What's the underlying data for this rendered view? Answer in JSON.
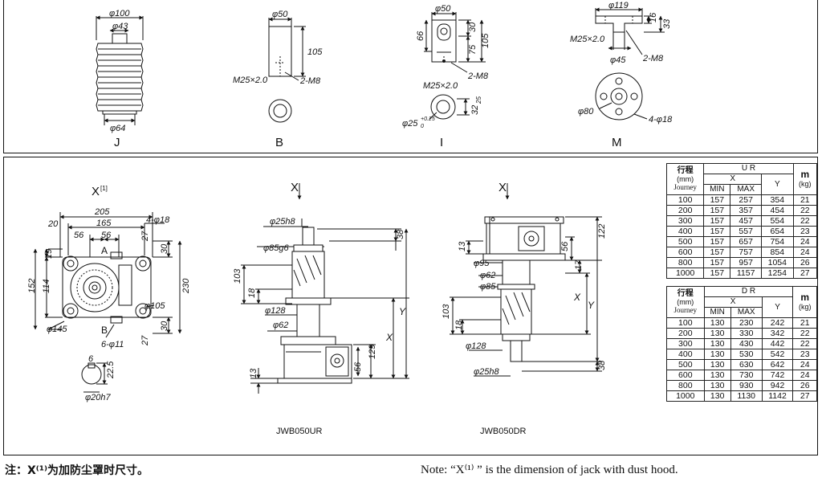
{
  "views": {
    "J": {
      "label": "J",
      "dims": [
        "φ100",
        "φ43",
        "φ64"
      ]
    },
    "B": {
      "label": "B",
      "dims": [
        "φ50",
        "105",
        "M25×2.0",
        "2-M8"
      ]
    },
    "I": {
      "label": "I",
      "dims": [
        "φ50",
        "66",
        "30",
        "75",
        "105",
        "2-M8",
        "M25×2.0",
        "32",
        "25",
        "φ25",
        "+0.25",
        "0"
      ]
    },
    "M": {
      "label": "M",
      "dims": [
        "φ119",
        "16",
        "33",
        "M25×2.0",
        "φ45",
        "2-M8",
        "φ80",
        "4-φ18"
      ]
    }
  },
  "top_view": {
    "title": "X",
    "title_sup": "[1]",
    "dims": [
      "205",
      "20",
      "165",
      "4-φ18",
      "56",
      "56",
      "27",
      "A",
      "19",
      "30",
      "152",
      "114",
      "230",
      "φ105",
      "φ145",
      "B",
      "27",
      "30",
      "6-φ11"
    ],
    "shaft_dims": [
      "6",
      "22.5",
      "φ20h7"
    ]
  },
  "ur_view": {
    "model": "JWB050UR",
    "arrow_label": "X",
    "dims": [
      "φ25h8",
      "38",
      "φ85g6",
      "103",
      "18",
      "φ128",
      "φ62",
      "Y",
      "X",
      "129",
      "56",
      "13"
    ]
  },
  "dr_view": {
    "model": "JWB050DR",
    "arrow_label": "X",
    "dims": [
      "122",
      "13",
      "56",
      "φ95",
      "17",
      "φ62",
      "φ85",
      "X",
      "Y",
      "103",
      "18",
      "φ128",
      "φ25h8",
      "38"
    ]
  },
  "table_ur": {
    "title": "U R",
    "stroke_head": "行程",
    "stroke_unit": "(mm)",
    "stroke_en": "Journey",
    "x_head": "X",
    "min": "MIN",
    "max": "MAX",
    "y_head": "Y",
    "mass_head": "m",
    "mass_unit": "(kg)",
    "rows": [
      [
        "100",
        "157",
        "257",
        "354",
        "21"
      ],
      [
        "200",
        "157",
        "357",
        "454",
        "22"
      ],
      [
        "300",
        "157",
        "457",
        "554",
        "22"
      ],
      [
        "400",
        "157",
        "557",
        "654",
        "23"
      ],
      [
        "500",
        "157",
        "657",
        "754",
        "24"
      ],
      [
        "600",
        "157",
        "757",
        "854",
        "24"
      ],
      [
        "800",
        "157",
        "957",
        "1054",
        "26"
      ],
      [
        "1000",
        "157",
        "1157",
        "1254",
        "27"
      ]
    ]
  },
  "table_dr": {
    "title": "D R",
    "stroke_head": "行程",
    "stroke_unit": "(mm)",
    "stroke_en": "Journey",
    "x_head": "X",
    "min": "MIN",
    "max": "MAX",
    "y_head": "Y",
    "mass_head": "m",
    "mass_unit": "(kg)",
    "rows": [
      [
        "100",
        "130",
        "230",
        "242",
        "21"
      ],
      [
        "200",
        "130",
        "330",
        "342",
        "22"
      ],
      [
        "300",
        "130",
        "430",
        "442",
        "22"
      ],
      [
        "400",
        "130",
        "530",
        "542",
        "23"
      ],
      [
        "500",
        "130",
        "630",
        "642",
        "24"
      ],
      [
        "600",
        "130",
        "730",
        "742",
        "24"
      ],
      [
        "800",
        "130",
        "930",
        "942",
        "26"
      ],
      [
        "1000",
        "130",
        "1130",
        "1142",
        "27"
      ]
    ]
  },
  "notes": {
    "cn": "注：X⁽¹⁾为加防尘罩时尺寸。",
    "en": "Note: “X⁽¹⁾ ” is the dimension of jack with dust hood."
  }
}
